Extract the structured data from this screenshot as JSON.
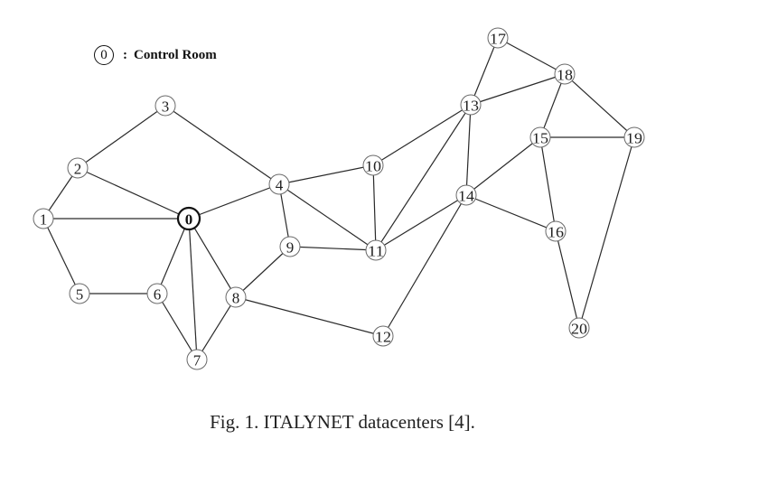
{
  "legend": {
    "symbol_label": "0",
    "separator": ":",
    "text": "Control Room"
  },
  "caption": "Fig. 1.  ITALYNET datacenters [4].",
  "diagram": {
    "control_node": "0",
    "nodes": [
      "0",
      "1",
      "2",
      "3",
      "4",
      "5",
      "6",
      "7",
      "8",
      "9",
      "10",
      "11",
      "12",
      "13",
      "14",
      "15",
      "16",
      "17",
      "18",
      "19",
      "20"
    ],
    "edges": [
      [
        "1",
        "2"
      ],
      [
        "1",
        "0"
      ],
      [
        "1",
        "5"
      ],
      [
        "2",
        "3"
      ],
      [
        "2",
        "0"
      ],
      [
        "3",
        "4"
      ],
      [
        "0",
        "4"
      ],
      [
        "0",
        "6"
      ],
      [
        "0",
        "7"
      ],
      [
        "0",
        "8"
      ],
      [
        "5",
        "6"
      ],
      [
        "6",
        "7"
      ],
      [
        "7",
        "8"
      ],
      [
        "4",
        "9"
      ],
      [
        "4",
        "10"
      ],
      [
        "4",
        "11"
      ],
      [
        "8",
        "9"
      ],
      [
        "8",
        "12"
      ],
      [
        "9",
        "11"
      ],
      [
        "10",
        "11"
      ],
      [
        "10",
        "13"
      ],
      [
        "11",
        "13"
      ],
      [
        "11",
        "14"
      ],
      [
        "12",
        "14"
      ],
      [
        "13",
        "14"
      ],
      [
        "13",
        "17"
      ],
      [
        "13",
        "18"
      ],
      [
        "14",
        "15"
      ],
      [
        "14",
        "16"
      ],
      [
        "15",
        "18"
      ],
      [
        "15",
        "19"
      ],
      [
        "15",
        "16"
      ],
      [
        "17",
        "18"
      ],
      [
        "18",
        "19"
      ],
      [
        "16",
        "20"
      ],
      [
        "19",
        "20"
      ]
    ]
  }
}
